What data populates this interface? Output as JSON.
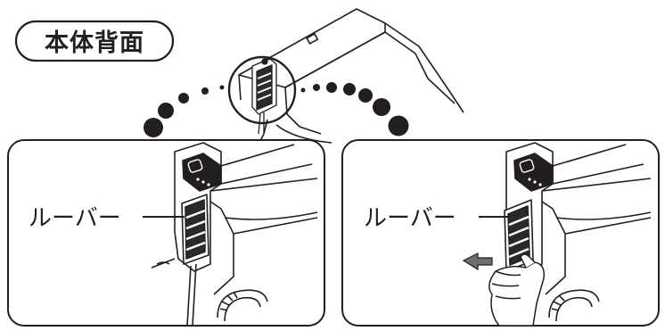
{
  "header": {
    "title": "本体背面"
  },
  "panels": [
    {
      "id": "left",
      "label": "ルーバー"
    },
    {
      "id": "right",
      "label": "ルーバー"
    }
  ],
  "colors": {
    "ink": "#231f20",
    "panel_background": "#ffffff",
    "vent_dark": "#2a2a2a",
    "arrow_gray": "#6d6e71"
  },
  "icons": [
    "finger-icon",
    "pull-arrow-icon"
  ]
}
